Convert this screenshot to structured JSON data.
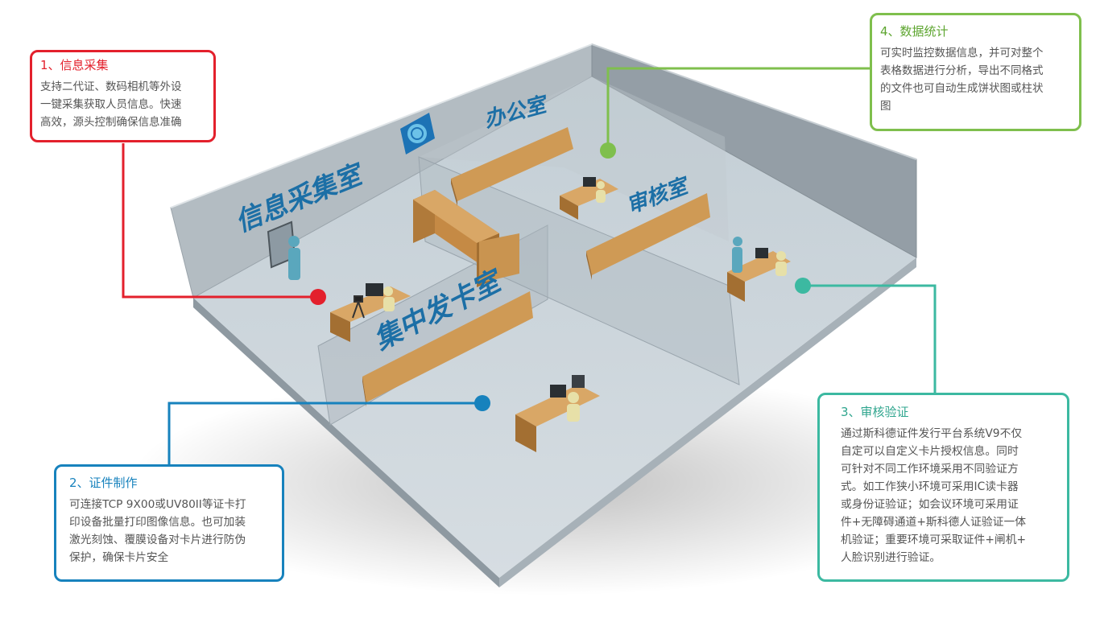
{
  "rooms": {
    "info_collection": "信息采集室",
    "office": "办公室",
    "review": "审核室",
    "card_issuing": "集中发卡室"
  },
  "callouts": {
    "info_collection": {
      "title": "1、信息采集",
      "lines": [
        "支持二代证、数码相机等外设",
        "一键采集获取人员信息。快速",
        "高效，源头控制确保信息准确"
      ]
    },
    "card_production": {
      "title": "2、证件制作",
      "lines": [
        "可连接TCP 9X00或UV80II等证卡打",
        "印设备批量打印图像信息。也可加装",
        "激光刻蚀、覆膜设备对卡片进行防伪",
        "保护，确保卡片安全"
      ]
    },
    "verification": {
      "title": "3、审核验证",
      "lines": [
        "通过斯科德证件发行平台系统V9不仅",
        "自定可以自定义卡片授权信息。同时",
        "可针对不同工作环境采用不同验证方",
        "式。如工作狭小环境可采用IC读卡器",
        "或身份证验证；如会议环境可采用证",
        "件+无障碍通道+斯科德人证验证一体",
        "机验证；重要环境可采取证件+闸机+",
        "人脸识别进行验证。"
      ]
    },
    "statistics": {
      "title": "4、数据统计",
      "lines": [
        "可实时监控数据信息，并可对整个",
        "表格数据进行分析，导出不同格式",
        "的文件也可自动生成饼状图或柱状",
        "图"
      ]
    }
  },
  "colors": {
    "info_collection": "#e3202c",
    "card_production": "#1782bd",
    "verification": "#3cb9a1",
    "statistics": "#7fbf4d",
    "room_label": "#1c6fa6"
  }
}
